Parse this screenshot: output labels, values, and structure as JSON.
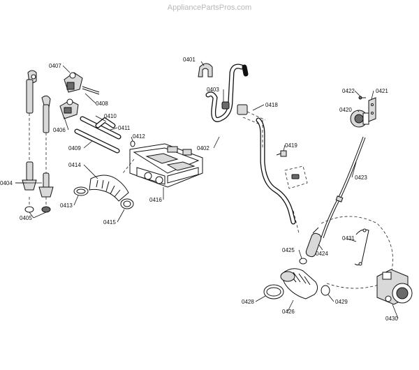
{
  "watermark": "AppliancePartsPros.com",
  "callouts": [
    {
      "id": "0401",
      "text": "0401"
    },
    {
      "id": "0402",
      "text": "0402"
    },
    {
      "id": "0403",
      "text": "0403"
    },
    {
      "id": "0404",
      "text": "0404"
    },
    {
      "id": "0405",
      "text": "0405"
    },
    {
      "id": "0406",
      "text": "0406"
    },
    {
      "id": "0407",
      "text": "0407"
    },
    {
      "id": "0408",
      "text": "0408"
    },
    {
      "id": "0409",
      "text": "0409"
    },
    {
      "id": "0410",
      "text": "0410"
    },
    {
      "id": "0411",
      "text": "0411"
    },
    {
      "id": "0412",
      "text": "0412"
    },
    {
      "id": "0413",
      "text": "0413"
    },
    {
      "id": "0414",
      "text": "0414"
    },
    {
      "id": "0415",
      "text": "0415"
    },
    {
      "id": "0416",
      "text": "0416"
    },
    {
      "id": "0418",
      "text": "0418"
    },
    {
      "id": "0419",
      "text": "0419"
    },
    {
      "id": "0420",
      "text": "0420"
    },
    {
      "id": "0421",
      "text": "0421"
    },
    {
      "id": "0422",
      "text": "0422"
    },
    {
      "id": "0423",
      "text": "0423"
    },
    {
      "id": "0424",
      "text": "0424"
    },
    {
      "id": "0425",
      "text": "0425"
    },
    {
      "id": "0426",
      "text": "0426"
    },
    {
      "id": "0428",
      "text": "0428"
    },
    {
      "id": "0429",
      "text": "0429"
    },
    {
      "id": "0430",
      "text": "0430"
    },
    {
      "id": "0431",
      "text": "0431"
    }
  ]
}
